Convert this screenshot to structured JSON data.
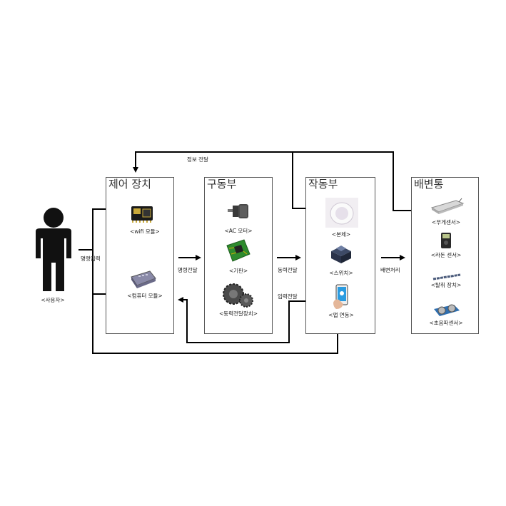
{
  "user": {
    "label": "<사용자>"
  },
  "flows": {
    "info": "정보 전달",
    "command_input": "명령입력",
    "command": "명령전달",
    "power": "동력전달",
    "input": "입력전달",
    "process": "배변처리"
  },
  "boxes": {
    "control": {
      "title": "제어 장치",
      "items": [
        "<wifi 모듈>",
        "<컴퓨터 모듈>"
      ]
    },
    "drive": {
      "title": "구동부",
      "items": [
        "<AC 모터>",
        "<기판>",
        "<동력전달장치>"
      ]
    },
    "action": {
      "title": "작동부",
      "items": [
        "<본체>",
        "<스위치>",
        "<앱 연동>"
      ]
    },
    "toilet": {
      "title": "배변통",
      "items": [
        "<무게센서>",
        "<라돈 센서>",
        "<탈취 장치>",
        "<초음파센서>"
      ]
    }
  }
}
